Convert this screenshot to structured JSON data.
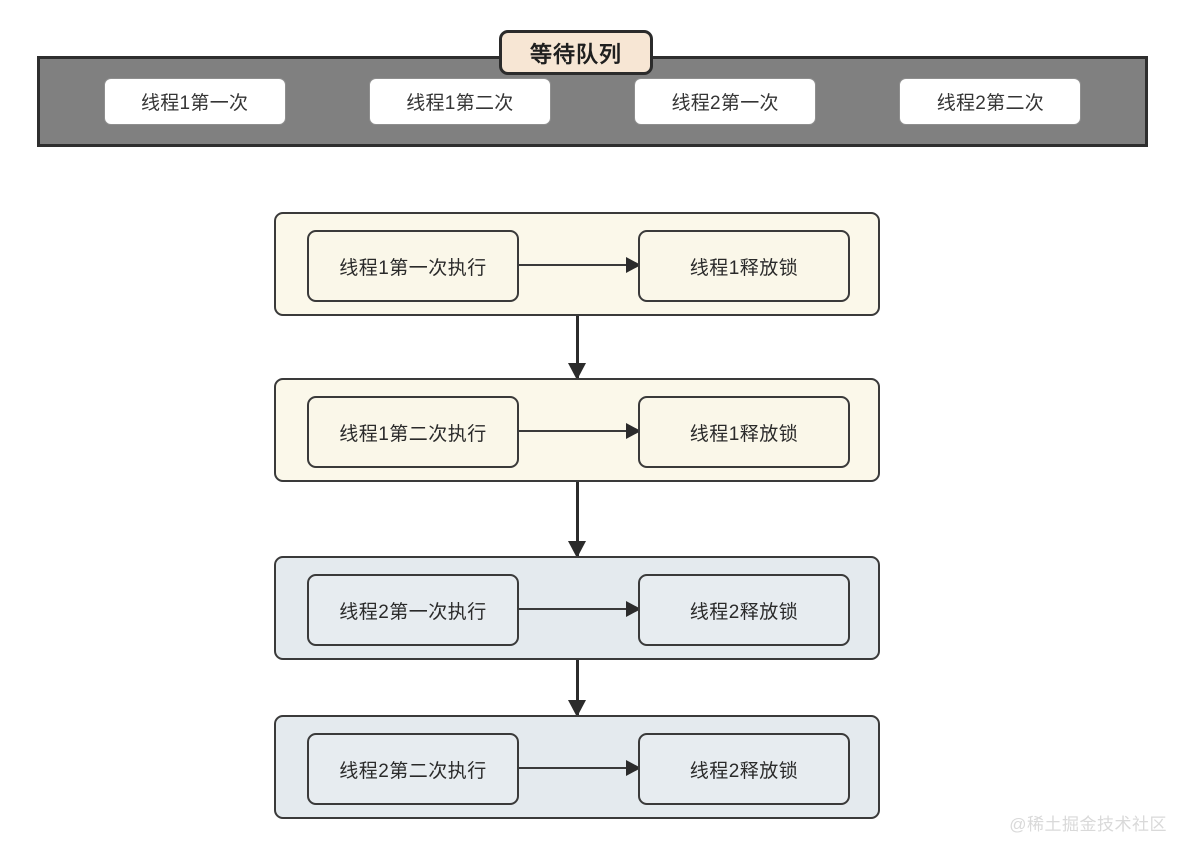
{
  "queue": {
    "title": "等待队列",
    "items": [
      {
        "label": "线程1第一次"
      },
      {
        "label": "线程1第二次"
      },
      {
        "label": "线程2第一次"
      },
      {
        "label": "线程2第二次"
      }
    ],
    "band_color": "#808080",
    "title_badge_color": "#f7e6d4"
  },
  "flow": {
    "panels": [
      {
        "group": "thread1",
        "theme": "cream",
        "panel_color": "#fbf8ea",
        "node_color": "#faf7e9",
        "execute": "线程1第一次执行",
        "release": "线程1释放锁"
      },
      {
        "group": "thread1",
        "theme": "cream",
        "panel_color": "#fbf8ea",
        "node_color": "#faf7e9",
        "execute": "线程1第二次执行",
        "release": "线程1释放锁"
      },
      {
        "group": "thread2",
        "theme": "blue",
        "panel_color": "#e4eaee",
        "node_color": "#e7ecf0",
        "execute": "线程2第一次执行",
        "release": "线程2释放锁"
      },
      {
        "group": "thread2",
        "theme": "blue",
        "panel_color": "#e4eaee",
        "node_color": "#e7ecf0",
        "execute": "线程2第二次执行",
        "release": "线程2释放锁"
      }
    ]
  },
  "watermark": {
    "text": "@稀土掘金技术社区"
  }
}
